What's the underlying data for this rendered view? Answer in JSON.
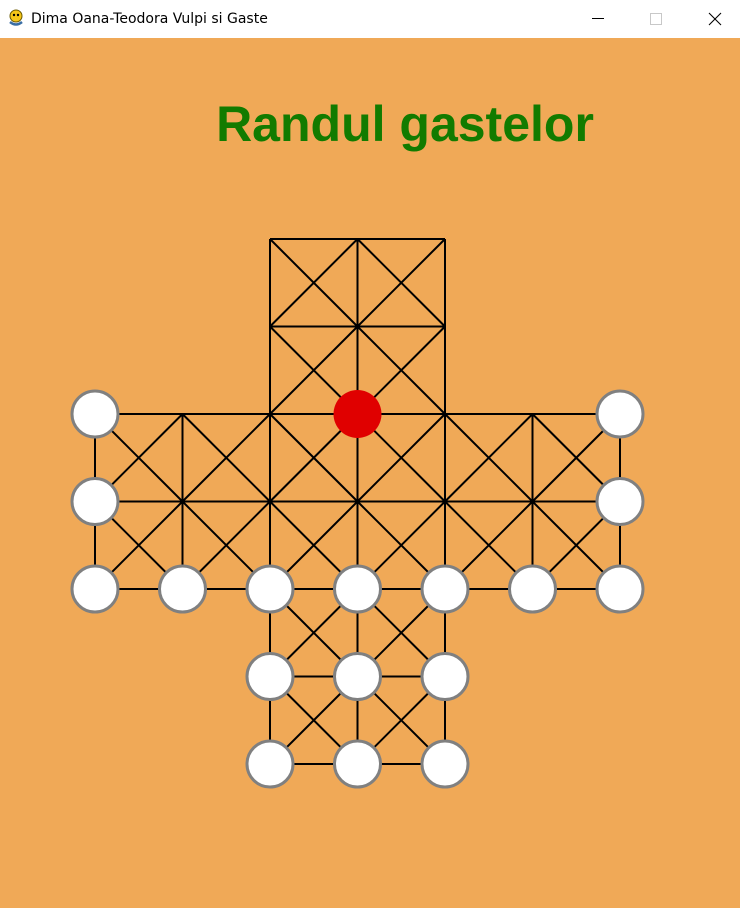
{
  "window": {
    "title": "Dima Oana-Teodora Vulpi si Gaste",
    "icon": "pygame-snake-icon",
    "controls": [
      "minimize-icon",
      "maximize-icon",
      "close-icon"
    ]
  },
  "game": {
    "turn_label": "Randul gastelor",
    "colors": {
      "background": "#f0a957",
      "turn_text": "#127b00",
      "lines": "#000000",
      "goose_fill": "#ffffff",
      "goose_outline": "#808080",
      "fox_fill": "#e00000"
    },
    "board": {
      "shape": "cross",
      "grid_points": "7x7 with 2x2 corners removed",
      "fox": [
        {
          "row": 2,
          "col": 3
        }
      ],
      "geese": [
        {
          "row": 2,
          "col": 0
        },
        {
          "row": 2,
          "col": 6
        },
        {
          "row": 3,
          "col": 0
        },
        {
          "row": 3,
          "col": 6
        },
        {
          "row": 4,
          "col": 0
        },
        {
          "row": 4,
          "col": 1
        },
        {
          "row": 4,
          "col": 2
        },
        {
          "row": 4,
          "col": 3
        },
        {
          "row": 4,
          "col": 4
        },
        {
          "row": 4,
          "col": 5
        },
        {
          "row": 4,
          "col": 6
        },
        {
          "row": 5,
          "col": 2
        },
        {
          "row": 5,
          "col": 3
        },
        {
          "row": 5,
          "col": 4
        },
        {
          "row": 6,
          "col": 2
        },
        {
          "row": 6,
          "col": 3
        },
        {
          "row": 6,
          "col": 4
        }
      ]
    }
  }
}
